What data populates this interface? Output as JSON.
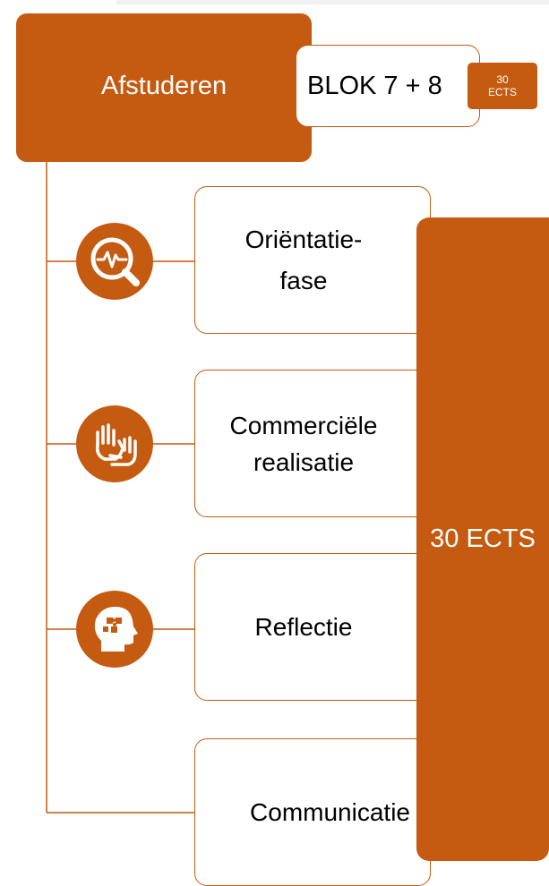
{
  "header": {
    "title": "Afstuderen",
    "blok_label": "BLOK 7 + 8",
    "badge": {
      "number": "30",
      "unit": "ECTS"
    }
  },
  "steps": [
    {
      "line1": "Oriëntatie-",
      "line2": "fase",
      "icon": "magnifier-pulse-icon"
    },
    {
      "line1": "Commerciële",
      "line2": "realisatie",
      "icon": "hands-icon"
    },
    {
      "line1": "Reflectie",
      "line2": "",
      "icon": "head-puzzle-icon"
    },
    {
      "line1": "Communicatie",
      "line2": "",
      "icon": ""
    }
  ],
  "total": "30 ECTS",
  "colors": {
    "accent": "#c55a11",
    "background": "#ffffff"
  }
}
